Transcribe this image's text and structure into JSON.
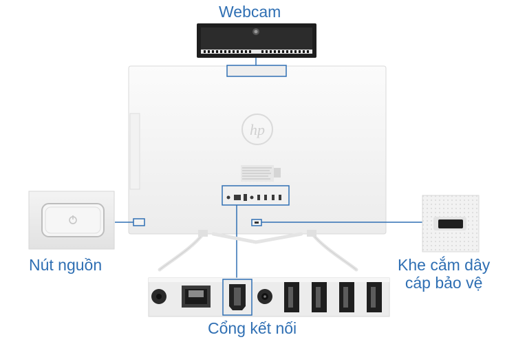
{
  "labels": {
    "webcam": "Webcam",
    "power_button": "Nút nguồn",
    "lock_slot_line1": "Khe cắm dây",
    "lock_slot_line2": "cáp bảo vệ",
    "ports": "Cổng kết nối"
  },
  "brand_mark": "hp",
  "colors": {
    "accent": "#2f6fb3",
    "body": "#f7f7f7",
    "panel": "#efefef",
    "port_dark": "#2a2a2a"
  },
  "icons": [
    "webcam-icon",
    "power-icon",
    "lock-slot-icon",
    "audio-jack-icon",
    "ethernet-port-icon",
    "hdmi-port-icon",
    "dc-power-port-icon",
    "usb-port-icon"
  ]
}
